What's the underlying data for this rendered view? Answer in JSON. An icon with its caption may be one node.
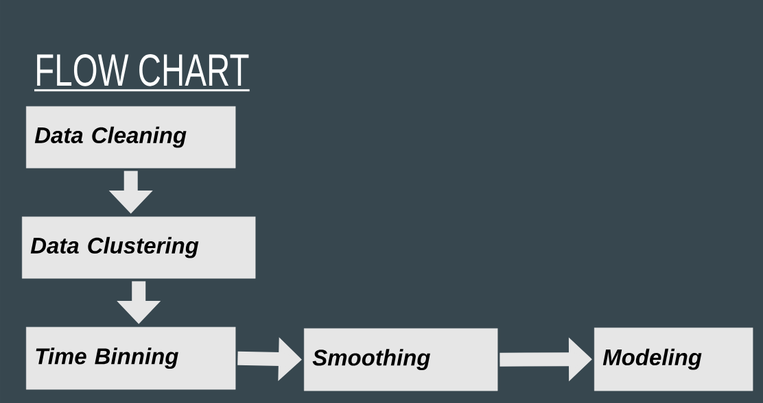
{
  "diagram": {
    "title": "FLOW CHART",
    "nodes": [
      {
        "text": [
          "Data Cleaning"
        ]
      },
      {
        "text": [
          "Data Clustering"
        ]
      },
      {
        "text": [
          "Time Binning"
        ]
      },
      {
        "text": [
          "Smoothing"
        ]
      },
      {
        "text": [
          "Modeling"
        ]
      }
    ],
    "edges": [
      {
        "from": 0,
        "to": 1,
        "arrow": "to"
      },
      {
        "from": 1,
        "to": 2,
        "arrow": "to"
      },
      {
        "from": 2,
        "to": 3,
        "arrow": "to"
      },
      {
        "from": 3,
        "to": 4,
        "arrow": "to"
      }
    ]
  }
}
